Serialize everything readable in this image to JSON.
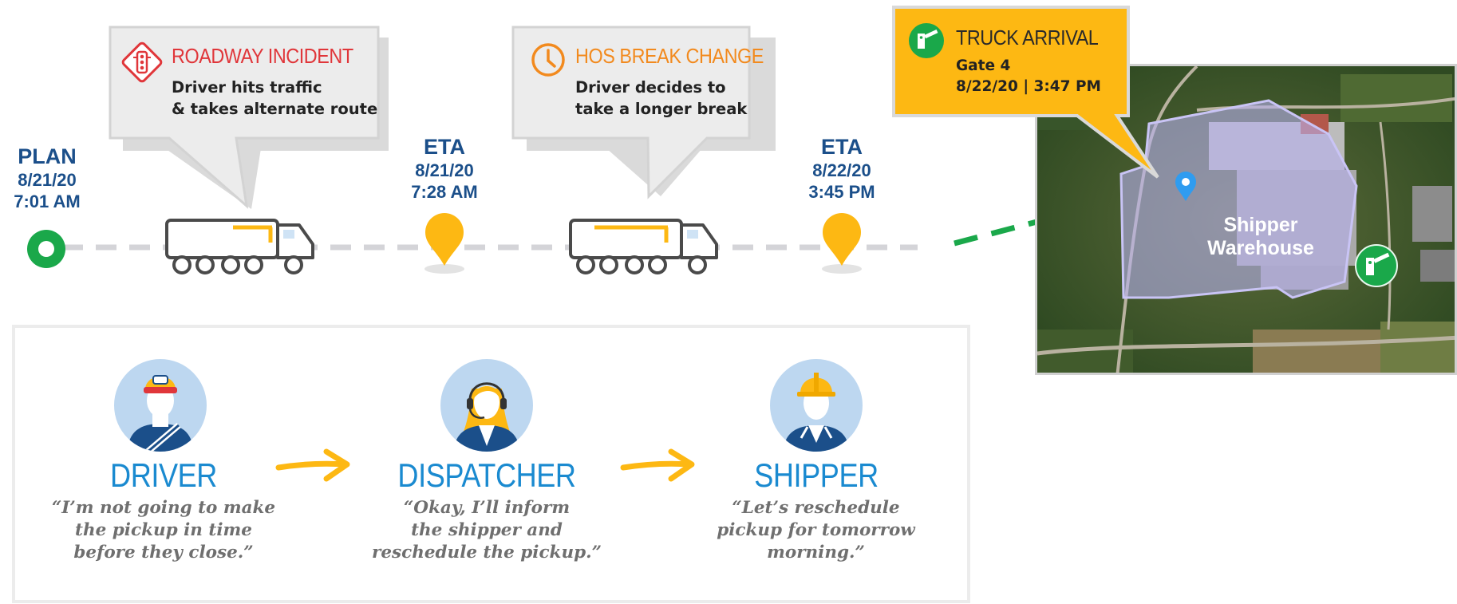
{
  "plan": {
    "heading": "PLAN",
    "date": "8/21/20",
    "time": "7:01 AM"
  },
  "eta1": {
    "heading": "ETA",
    "date": "8/21/20",
    "time": "7:28 AM"
  },
  "eta2": {
    "heading": "ETA",
    "date": "8/22/20",
    "time": "3:45 PM"
  },
  "events": {
    "roadway": {
      "title": "ROADWAY INCIDENT",
      "line1": "Driver hits traffic",
      "line2": "& takes alternate route",
      "color": "#e0363a",
      "icon": "traffic-light-sign-icon"
    },
    "hos": {
      "title": "HOS BREAK CHANGE",
      "line1": "Driver decides to",
      "line2": "take a longer break",
      "color": "#f28a1e",
      "icon": "clock-icon"
    }
  },
  "arrival": {
    "title": "TRUCK ARRIVAL",
    "gate": "Gate 4",
    "datetime": "8/22/20 | 3:47 PM",
    "icon": "gate-barrier-icon"
  },
  "map": {
    "label_line1": "Shipper",
    "label_line2": "Warehouse"
  },
  "roles": {
    "driver": {
      "name": "DRIVER",
      "quote1": "“I’m not going to make",
      "quote2": "the pickup in time",
      "quote3": "before they close.”"
    },
    "dispatcher": {
      "name": "DISPATCHER",
      "quote1": "“Okay, I’ll inform",
      "quote2": "the shipper and",
      "quote3": "reschedule the pickup.”"
    },
    "shipper": {
      "name": "SHIPPER",
      "quote1": "“Let’s reschedule",
      "quote2": "pickup for tomorrow",
      "quote3": "morning.”"
    }
  },
  "colors": {
    "navy": "#1b4f8a",
    "green": "#1aa84a",
    "yellow": "#fdb813",
    "blue": "#1a8ad0",
    "dash": "#d4d4d8"
  }
}
